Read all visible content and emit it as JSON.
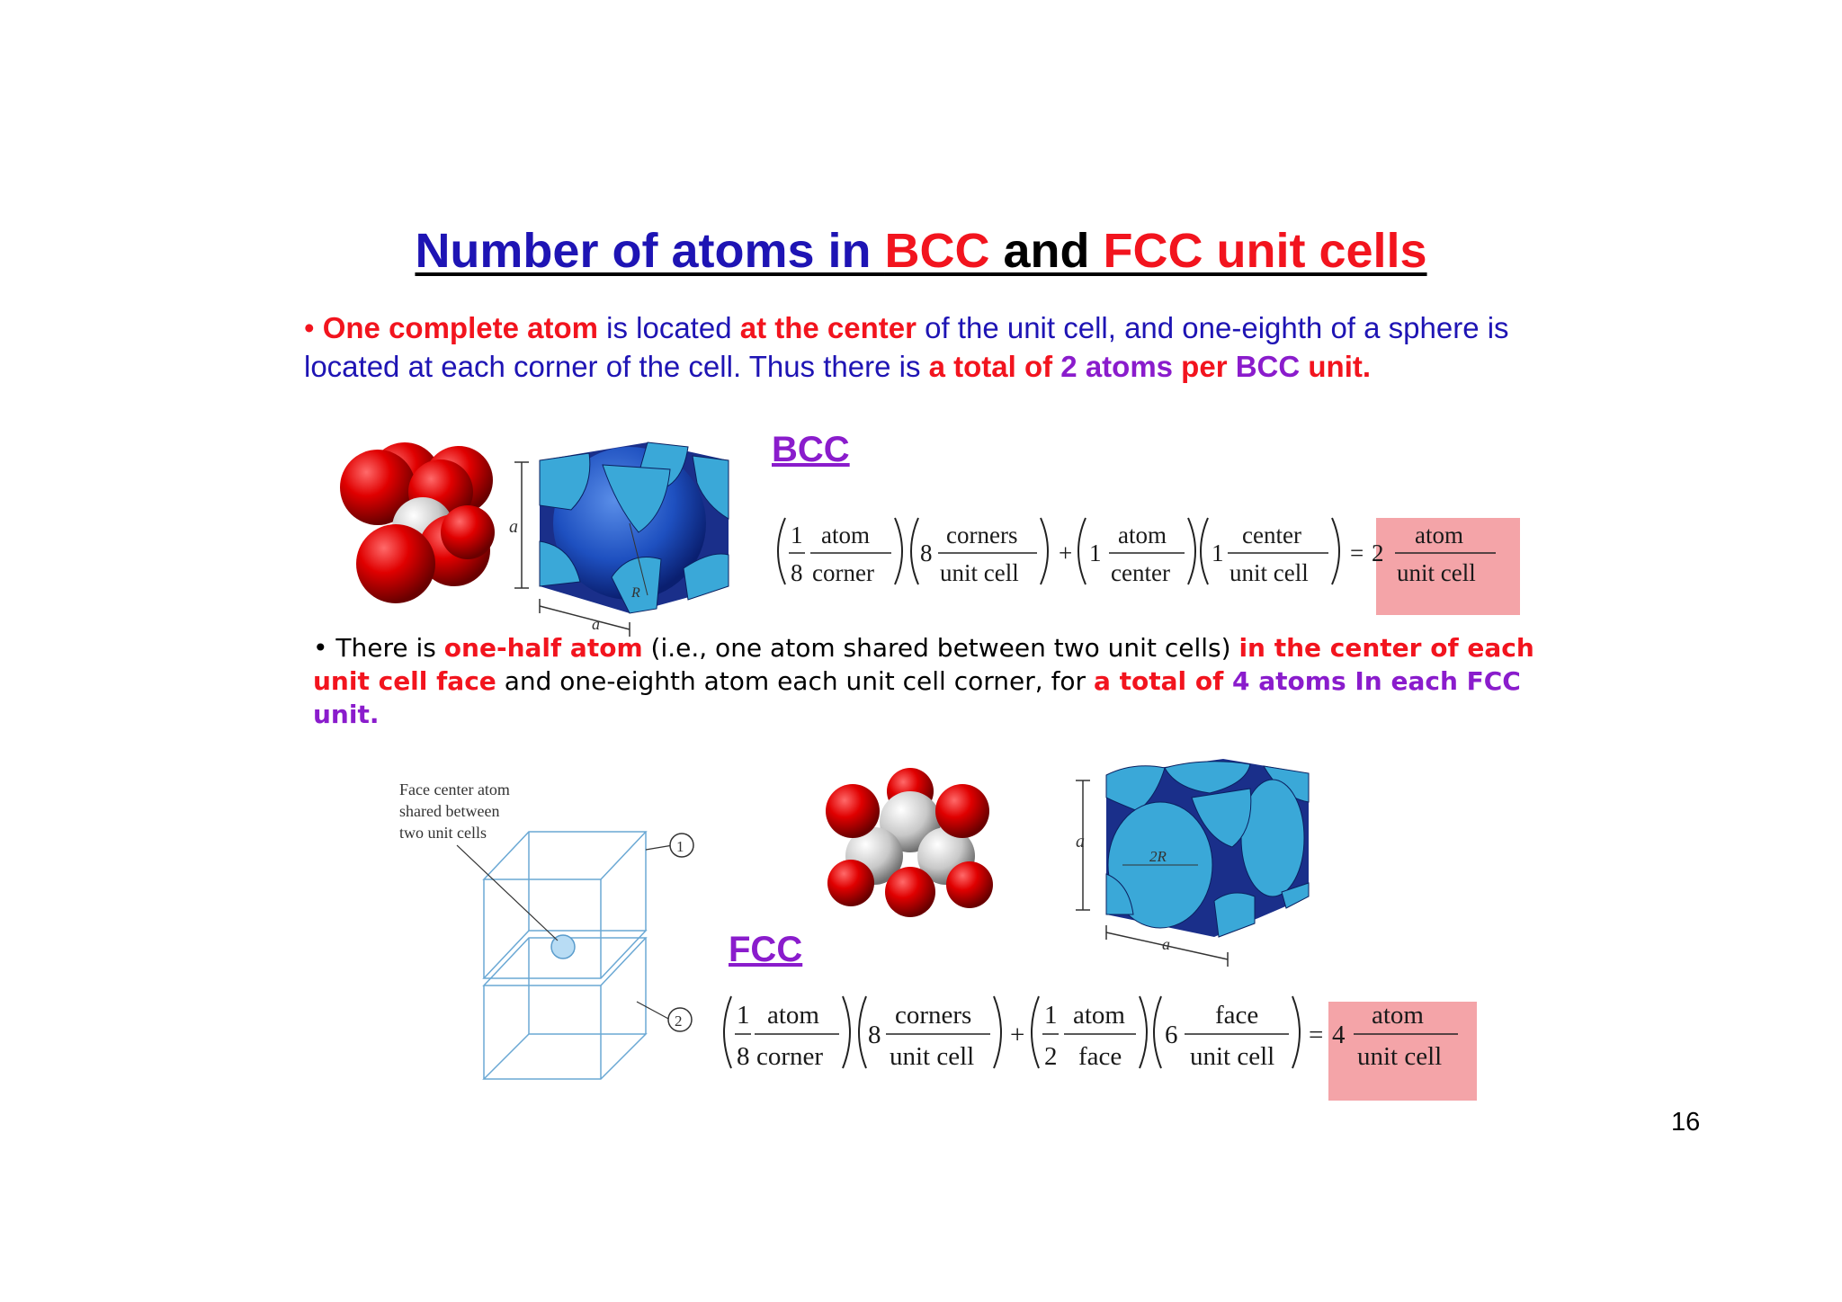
{
  "title": {
    "part1": "Number of atoms in ",
    "part2": "BCC",
    "part3": " and ",
    "part4": "FCC unit cells"
  },
  "bcc_text": {
    "bullet": "•",
    "s1": "One complete atom",
    "s2": " is located ",
    "s3": "at the center",
    "s4": " of the unit cell, and one-eighth of a sphere is located at each corner of the cell. Thus there is ",
    "s5": "a total of ",
    "s6": "2 atoms",
    "s7": " per ",
    "s8": "BCC",
    "s9": " unit."
  },
  "fcc_text": {
    "bullet": "•",
    "s1": " There is ",
    "s2": "one-half atom",
    "s3": " (i.e., one atom shared between two unit cells) ",
    "s4": "in the center of each unit cell face",
    "s5": " and one-eighth atom each unit cell corner, for ",
    "s6": "a total of ",
    "s7": "4 atoms In each FCC unit."
  },
  "bcc_label": "BCC",
  "fcc_label": "FCC",
  "bcc_equation": {
    "t1_num": "1",
    "t1_den": "8",
    "t1_num_unit": "atom",
    "t1_den_unit": "corner",
    "t2_coef": "8",
    "t2_num": "corners",
    "t2_den": "unit  cell",
    "plus": "+",
    "t3_coef": "1",
    "t3_num": "atom",
    "t3_den": "center",
    "t4_coef": "1",
    "t4_num": "center",
    "t4_den": "unit  cell",
    "eq": "=",
    "result": "2",
    "res_num": "atom",
    "res_den": "unit  cell"
  },
  "fcc_equation": {
    "t1_num": "1",
    "t1_den": "8",
    "t1_num_unit": "atom",
    "t1_den_unit": "corner",
    "t2_coef": "8",
    "t2_num": "corners",
    "t2_den": "unit cell",
    "plus": "+",
    "t3_num": "1",
    "t3_den": "2",
    "t3_num_unit": "atom",
    "t3_den_unit": "face",
    "t4_coef": "6",
    "t4_num": "face",
    "t4_den": "unit cell",
    "eq": "=",
    "result": "4",
    "res_num": "atom",
    "res_den": "unit cell"
  },
  "bcc_cell_labels": {
    "a_side": "a",
    "a_bottom": "a",
    "r": "R"
  },
  "fcc_cell_labels": {
    "a_side": "a",
    "a_bottom": "a",
    "two_r": "2R"
  },
  "fcc_diagram": {
    "caption_line1": "Face center atom",
    "caption_line2": "shared between",
    "caption_line3": "two unit cells",
    "marker1": "1",
    "marker2": "2"
  },
  "page_number": "16",
  "colors": {
    "blue": "#1e14b4",
    "red": "#f2141e",
    "purple": "#8a1ccc",
    "highlight": "#f4a4a8",
    "cell": "#3aa8d8"
  }
}
